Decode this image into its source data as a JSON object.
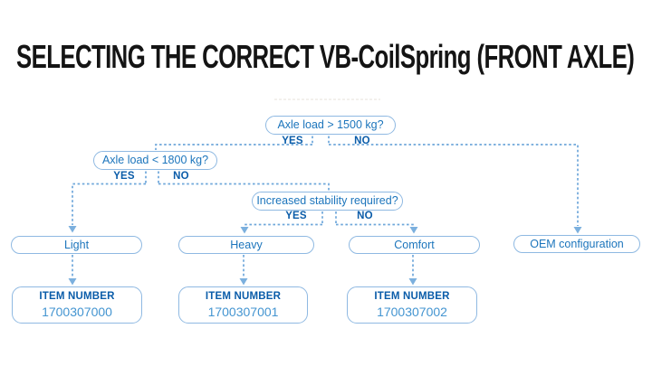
{
  "title": "SELECTING THE CORRECT VB-CoilSpring (FRONT AXLE)",
  "colors": {
    "title_text": "#141414",
    "box_border": "#8fb9e2",
    "box_text": "#1c75bc",
    "decision_label": "#0a5ca9",
    "connector": "#6fa7da",
    "item_number_text": "#4495d1",
    "background": "#ffffff"
  },
  "flowchart": {
    "decisions": [
      {
        "question": "Axle load > 1500 kg?",
        "yes_label": "YES",
        "no_label": "NO"
      },
      {
        "question": "Axle load < 1800 kg?",
        "yes_label": "YES",
        "no_label": "NO"
      },
      {
        "question": "Increased stability required?",
        "yes_label": "YES",
        "no_label": "NO"
      }
    ],
    "outcomes": [
      {
        "label": "Light"
      },
      {
        "label": "Heavy"
      },
      {
        "label": "Comfort"
      },
      {
        "label": "OEM configuration"
      }
    ],
    "items": [
      {
        "heading": "ITEM NUMBER",
        "number": "1700307000"
      },
      {
        "heading": "ITEM NUMBER",
        "number": "1700307001"
      },
      {
        "heading": "ITEM NUMBER",
        "number": "1700307002"
      }
    ]
  }
}
